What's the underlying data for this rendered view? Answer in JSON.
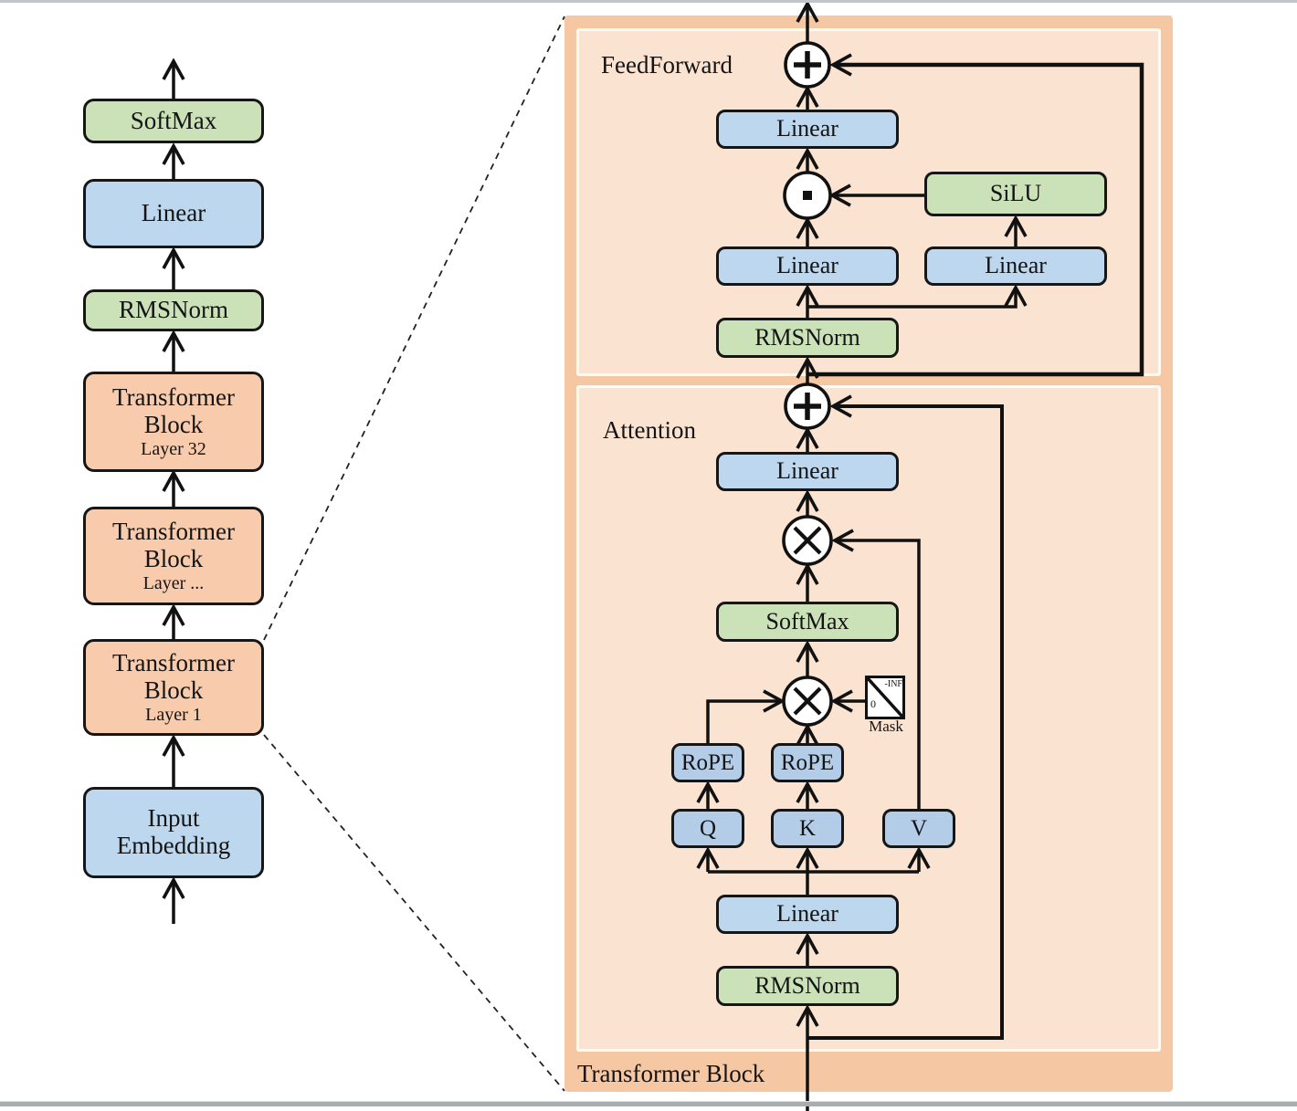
{
  "colors": {
    "green": "#CBE2B9",
    "blue": "#BDD7EE",
    "blue_dark": "#B3CDE9",
    "orange": "#F8CBAD",
    "panel": "#F5C7A2",
    "panel_inner": "#FBE3D1",
    "inner_border": "#FFFBF2",
    "line": "#111111"
  },
  "left_column": {
    "blocks": [
      {
        "label": "SoftMax"
      },
      {
        "label": "Linear"
      },
      {
        "label": "RMSNorm"
      },
      {
        "label": "Transformer Block",
        "layer": "Layer 32"
      },
      {
        "label": "Transformer Block",
        "layer": "Layer ..."
      },
      {
        "label": "Transformer Block",
        "layer": "Layer 1"
      },
      {
        "label": "Input Embedding"
      }
    ]
  },
  "panel": {
    "feedforward": {
      "section_label": "FeedForward",
      "linear_out": "Linear",
      "linear_gate": "Linear",
      "linear_up": "Linear",
      "silu": "SiLU",
      "rmsnorm": "RMSNorm"
    },
    "attention": {
      "section_label": "Attention",
      "linear_out": "Linear",
      "softmax": "SoftMax",
      "rope_q": "RoPE",
      "rope_k": "RoPE",
      "q": "Q",
      "k": "K",
      "v": "V",
      "mask": {
        "zero": "0",
        "neg_inf": "-INF",
        "label": "Mask"
      },
      "linear_in": "Linear",
      "rmsnorm": "RMSNorm"
    },
    "block_label": "Transformer Block"
  },
  "icons": {
    "add": "circled-plus operator",
    "matmul": "circled-x matrix-multiply operator",
    "elementwise": "circled-dot elementwise-multiply operator",
    "mask": "causal mask triangle (0 / -INF)"
  }
}
